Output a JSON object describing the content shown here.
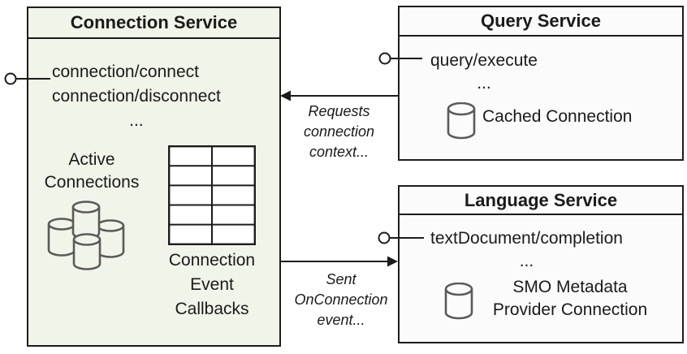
{
  "colors": {
    "page_bg": "#ffffff",
    "line": "#1c1c1c",
    "connection_box_fill": "#f1f4e9",
    "service_box_fill": "#fbfbfb",
    "cylinder_stroke": "#5a5a5a",
    "table_cell_fill": "#ffffff",
    "text": "#1a1a1a"
  },
  "connection_service": {
    "title": "Connection Service",
    "methods": [
      "connection/connect",
      "connection/disconnect"
    ],
    "methods_ellipsis": "...",
    "active_connections": {
      "lines": [
        "Active",
        "Connections"
      ],
      "icon": "database-cluster-icon"
    },
    "callbacks": {
      "lines": [
        "Connection",
        "Event",
        "Callbacks"
      ],
      "icon": "table-grid-icon"
    }
  },
  "query_service": {
    "title": "Query Service",
    "method": "query/execute",
    "method_ellipsis": "...",
    "cached_connection": {
      "label": "Cached Connection",
      "icon": "database-icon"
    }
  },
  "language_service": {
    "title": "Language Service",
    "method": "textDocument/completion",
    "method_ellipsis": "...",
    "provider_connection": {
      "lines": [
        "SMO Metadata",
        "Provider Connection"
      ],
      "icon": "database-icon"
    }
  },
  "arrows": {
    "requests": {
      "lines": [
        "Requests",
        "connection",
        "context..."
      ],
      "direction": "right-to-left"
    },
    "sent": {
      "lines": [
        "Sent",
        "OnConnection",
        "event..."
      ],
      "direction": "left-to-right"
    }
  }
}
